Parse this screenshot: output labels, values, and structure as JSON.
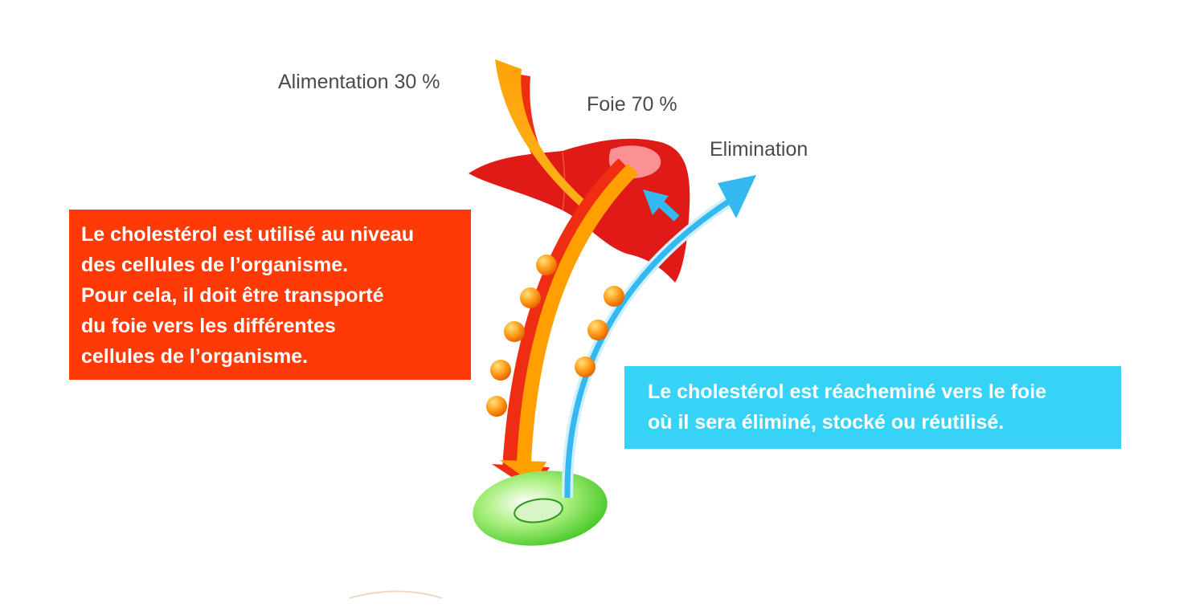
{
  "labels": {
    "alimentation": "Alimentation 30 %",
    "foie": "Foie 70 %",
    "elimination": "Elimination"
  },
  "red_box": {
    "lines": [
      "Le cholestérol est utilisé au niveau",
      "des cellules de l’organisme.",
      "Pour cela, il doit être transporté",
      "du foie vers les différentes",
      "cellules de l’organisme."
    ]
  },
  "blue_box": {
    "lines": [
      "Le cholestérol est réacheminé vers le foie",
      "où il sera éliminé, stocké ou réutilisé."
    ]
  },
  "colors": {
    "red_box": "#ff3a06",
    "blue_box": "#36d3f6",
    "liver": "#e01a16",
    "orange_arrow": "#ffa000",
    "blue_arrow": "#34b8f0",
    "cell": "#5ad136",
    "particle": "#ff9a18"
  },
  "icons": [
    "liver-icon",
    "cell-icon",
    "particle-icon",
    "arrow-icon"
  ]
}
